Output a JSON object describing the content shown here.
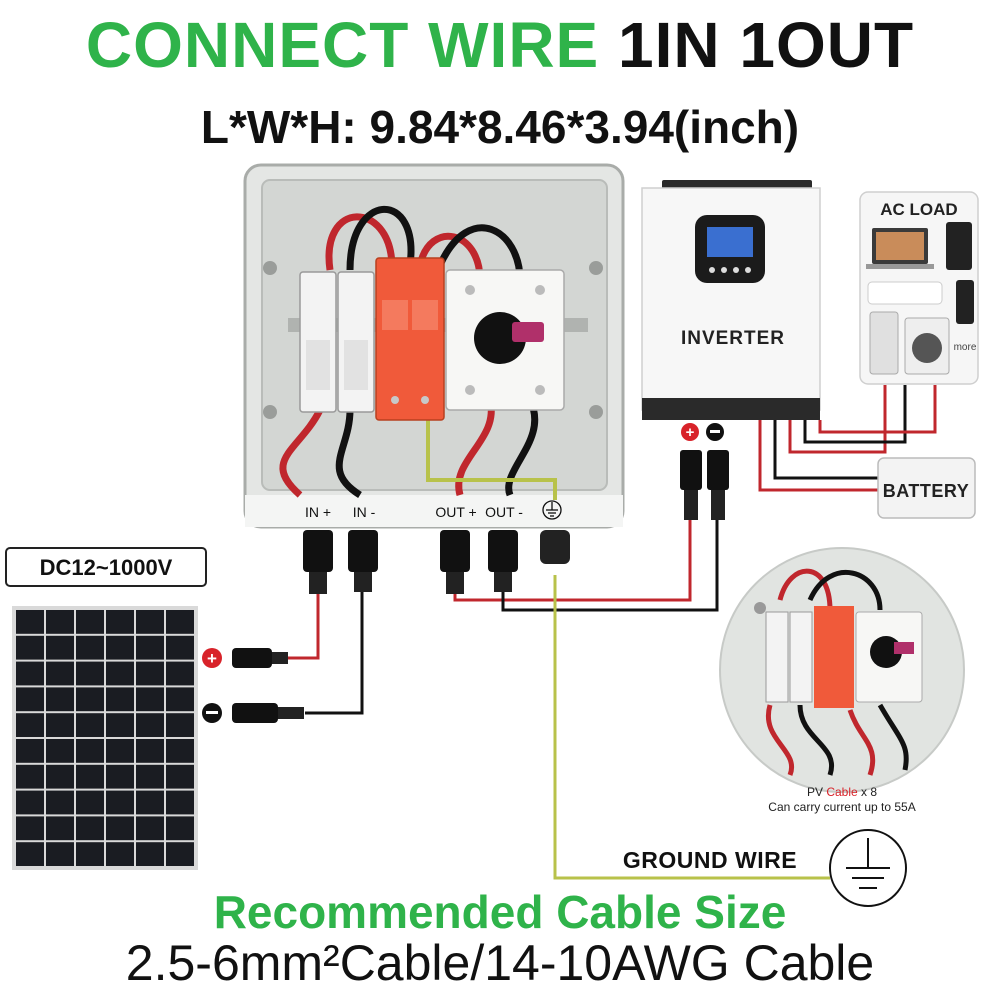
{
  "header": {
    "title_green": "CONNECT WIRE",
    "title_black": "1IN 1OUT",
    "dimensions": "L*W*H: 9.84*8.46*3.94(inch)"
  },
  "combiner_box": {
    "port_labels": [
      "IN +",
      "IN -",
      "OUT +",
      "OUT -"
    ]
  },
  "inverter": {
    "label": "INVERTER"
  },
  "ac_load": {
    "label": "AC LOAD",
    "more_label": "more"
  },
  "battery": {
    "label": "BATTERY"
  },
  "solar_panel": {
    "voltage_label": "DC12~1000V"
  },
  "inset": {
    "caption_line1_prefix": "PV ",
    "caption_line1_highlight": "Cable",
    "caption_line1_suffix": " x 8",
    "caption_line2": "Can carry current up to 55A"
  },
  "ground": {
    "label": "GROUND WIRE"
  },
  "footer": {
    "recommended": "Recommended Cable Size",
    "spec": "2.5-6mm²Cable/14-10AWG Cable"
  },
  "colors": {
    "accent_green": "#2fb34a",
    "wire_red": "#c0272d",
    "wire_black": "#111111",
    "ground_wire": "#b8c24a",
    "spd_orange": "#f05a3a"
  }
}
